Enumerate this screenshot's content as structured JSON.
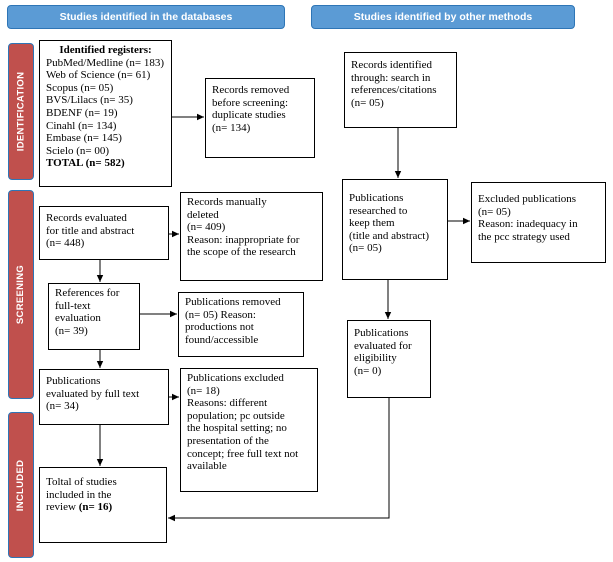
{
  "colors": {
    "header_fill": "#5b9bd5",
    "phase_fill": "#c0504d",
    "phase_border": "#2e75b6",
    "line": "#000000"
  },
  "headers": {
    "databases": "Studies identified in the databases",
    "other_methods": "Studies identified by other methods"
  },
  "phases": {
    "identification": "IDENTIFICATION",
    "screening": "SCREENING",
    "included": "INCLUDED"
  },
  "boxes": {
    "identified_registers": {
      "title": "Identified registers:",
      "lines": [
        "PubMed/Medline (n= 183)",
        "Web of Science (n= 61)",
        "Scopus (n= 05)",
        "BVS/Lilacs (n= 35)",
        "BDENF (n= 19)",
        "Cinahl (n= 134)",
        "Embase (n= 145)",
        "Scielo (n= 00)"
      ],
      "total": "TOTAL (n= 582)"
    },
    "records_removed": {
      "lines": [
        "Records removed",
        "before screening:",
        "duplicate studies",
        " (n= 134)"
      ]
    },
    "records_identified_other": {
      "lines": [
        "Records identified",
        "through: search in",
        "references/citations",
        " (n= 05)"
      ]
    },
    "records_evaluated": {
      "lines": [
        "Records evaluated",
        "for title and abstract",
        "(n= 448)"
      ]
    },
    "records_deleted": {
      "lines": [
        "Records manually",
        "deleted",
        " (n= 409)",
        "Reason: inappropriate for",
        "the scope of the research"
      ]
    },
    "publications_researched": {
      "lines": [
        "Publications",
        "researched to",
        "keep them",
        "(title and abstract)",
        "(n= 05)"
      ]
    },
    "excluded_publications": {
      "lines": [
        "Excluded publications",
        " (n= 05)",
        "Reason: inadequacy in",
        "the pcc strategy used"
      ]
    },
    "full_text_references": {
      "lines": [
        "References for",
        "full-text",
        "evaluation",
        "(n= 39)"
      ]
    },
    "publications_removed": {
      "lines": [
        "Publications removed",
        "(n= 05) Reason:",
        "productions not",
        "found/accessible"
      ]
    },
    "evaluated_eligibility": {
      "lines": [
        "Publications",
        "evaluated for",
        "eligibility",
        "(n= 0)"
      ]
    },
    "evaluated_full_text": {
      "lines": [
        "Publications",
        "evaluated by full text",
        "(n= 34)"
      ]
    },
    "publications_excluded": {
      "lines": [
        "Publications excluded",
        "(n= 18)",
        "Reasons: different",
        "population; pc outside",
        "the hospital setting; no",
        "presentation of the",
        "concept; free full text not",
        "available"
      ]
    },
    "studies_included": {
      "lines": [
        "Toltal of studies",
        "included in the",
        "review"
      ],
      "count": "(n= 16)"
    }
  }
}
